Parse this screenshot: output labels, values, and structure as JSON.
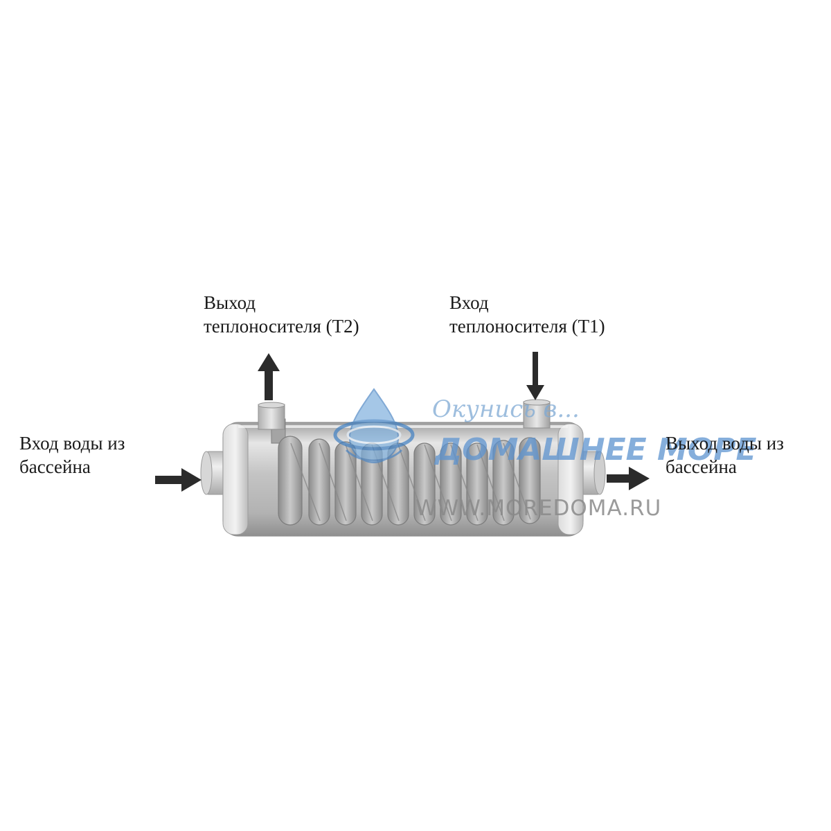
{
  "labels": {
    "outlet_coolant": {
      "line1": "Выход",
      "line2": "теплоносителя (T2)"
    },
    "inlet_coolant": {
      "line1": "Вход",
      "line2": "теплоносителя (T1)"
    },
    "inlet_pool_water": {
      "line1": "Вход воды из",
      "line2": "бассейна"
    },
    "outlet_pool_water": {
      "line1": "Выход воды из",
      "line2": "бассейна"
    }
  },
  "watermark": {
    "tagline": "Окунись в...",
    "brand": "ДОМАШНЕЕ МОРЕ",
    "url": "WWW.MOREDOMA.RU"
  },
  "colors": {
    "arrow": "#2b2b2b",
    "shell": "#b9b9b9",
    "coil": "#a7a7a7",
    "watermark_blue": "#5d93cf"
  },
  "icons": {
    "arrows": "arrow-icon",
    "logo": "moredoma-logo-icon"
  }
}
